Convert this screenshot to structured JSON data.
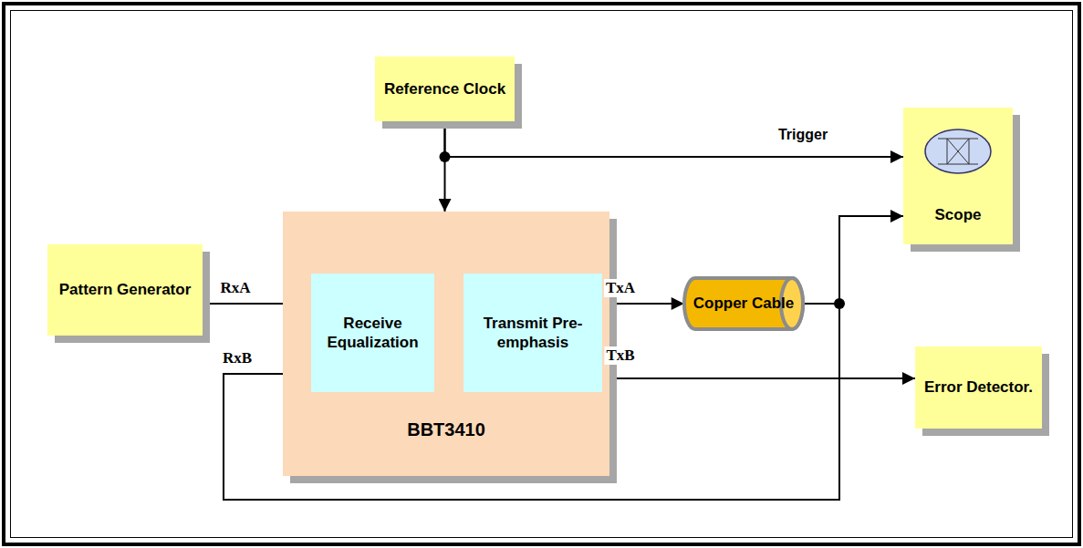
{
  "diagram": {
    "nodes": [
      {
        "text": [
          "Reference Clock"
        ]
      },
      {
        "text": [
          "Scope"
        ]
      },
      {
        "text": [
          "Pattern Generator"
        ]
      },
      {
        "text": [
          "BBT3410"
        ]
      },
      {
        "text": [
          "Receive Equalization"
        ],
        "in": 3
      },
      {
        "text": [
          "Transmit Pre-emphasis"
        ],
        "in": 3
      },
      {
        "text": [
          "Copper Cable"
        ]
      },
      {
        "text": [
          "Error Detector."
        ]
      }
    ],
    "edges": [
      {
        "from": 0,
        "to": 1,
        "label": "Trigger",
        "arrow": "to"
      },
      {
        "from": 0,
        "to": 3,
        "arrow": "to"
      },
      {
        "from": 2,
        "to": 4,
        "label": "RxA",
        "arrow": "to"
      },
      {
        "from": 4,
        "to": 5,
        "arrow": "to"
      },
      {
        "from": 5,
        "to": 6,
        "label": "TxA",
        "arrow": "to"
      },
      {
        "from": 6,
        "to": 1,
        "arrow": "to"
      },
      {
        "from": 6,
        "to": 4,
        "label": "RxB",
        "arrow": "to"
      },
      {
        "from": 5,
        "to": 7,
        "label": "TxB",
        "arrow": "to"
      }
    ]
  }
}
